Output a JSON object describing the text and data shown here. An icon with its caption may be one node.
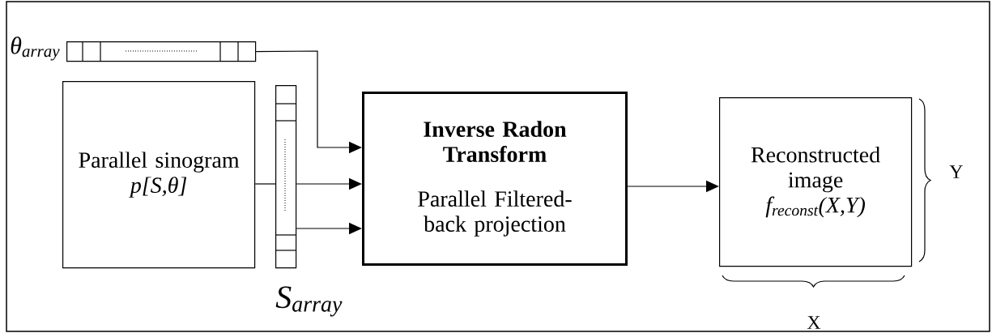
{
  "diagram": {
    "nodes": [
      {
        "text": [],
        "shape": "bar",
        "beside": [
          "θ$_{array}$"
        ]
      },
      {
        "text": [
          "Parallel sinogram",
          "p[S,θ]"
        ]
      },
      {
        "text": [],
        "shape": "bar",
        "beside": [
          "S$_{array}$"
        ]
      },
      {
        "text": [
          "Inverse Radon Transform",
          "Parallel Filtered-back projection"
        ]
      },
      {
        "text": [
          "Reconstructed image",
          "f$_{reconst}$(X,Y)"
        ]
      }
    ],
    "edges": [
      {
        "from": 0,
        "to": 3,
        "arrow": "to"
      },
      {
        "from": 1,
        "to": 2,
        "arrow": "none"
      },
      {
        "from": 2,
        "to": 3,
        "arrow": "to"
      },
      {
        "from": 2,
        "to": 3,
        "arrow": "to"
      },
      {
        "from": 3,
        "to": 4,
        "arrow": "to"
      }
    ],
    "labels": [
      "Y",
      "X"
    ]
  }
}
